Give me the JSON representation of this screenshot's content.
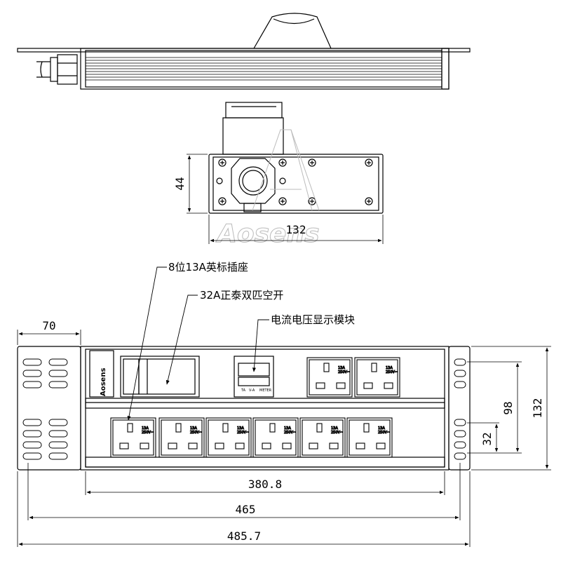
{
  "watermark": "Aosens",
  "brand": "Aosens",
  "labels": {
    "sockets": "8位13A英标插座",
    "breaker": "32A正泰双匹空开",
    "meter": "电流电压显示模块"
  },
  "meter_labels": [
    "TA",
    "V-A",
    "METER"
  ],
  "socket_rating": [
    "13A",
    "250V~"
  ],
  "dimensions": {
    "side_height": "44",
    "side_width": "132",
    "mount_ear": "70",
    "inner_length": "380.8",
    "mount_pitch": "465",
    "overall_length": "485.7",
    "height": "132",
    "hole_span": "98",
    "hole_pitch": "32"
  },
  "colors": {
    "line": "#000000",
    "watermark": "#bbbbbb"
  }
}
